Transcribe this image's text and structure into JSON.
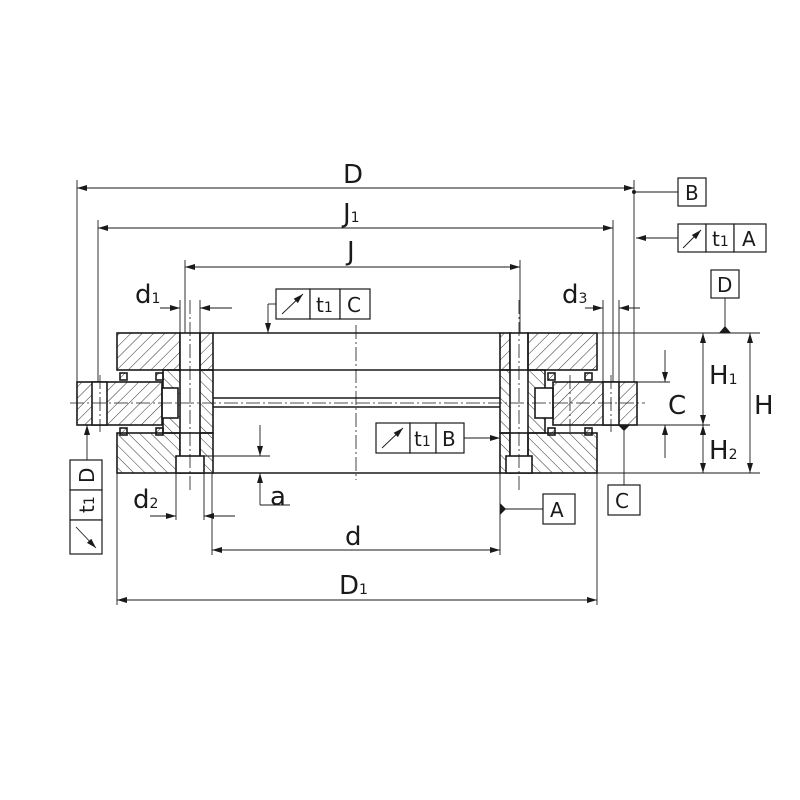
{
  "drawing": {
    "dimensions": {
      "D": "D",
      "J1": "J",
      "J1_sub": "1",
      "J": "J",
      "d1": "d",
      "d1_sub": "1",
      "d3": "d",
      "d3_sub": "3",
      "d2": "d",
      "d2_sub": "2",
      "a": "a",
      "d": "d",
      "D1": "D",
      "D1_sub": "1",
      "H1": "H",
      "H1_sub": "1",
      "H": "H",
      "C": "C",
      "H2": "H",
      "H2_sub": "2"
    },
    "datums": {
      "B": "B",
      "D": "D",
      "C": "C",
      "A": "A"
    },
    "tolerance_frames": [
      {
        "value": "t",
        "sub": "1",
        "datum": "A"
      },
      {
        "value": "t",
        "sub": "1",
        "datum": "C"
      },
      {
        "value": "t",
        "sub": "1",
        "datum": "B"
      },
      {
        "value": "t",
        "sub": "1",
        "datum": "D"
      }
    ],
    "colors": {
      "line": "#1a1a1a",
      "background": "#ffffff"
    }
  }
}
